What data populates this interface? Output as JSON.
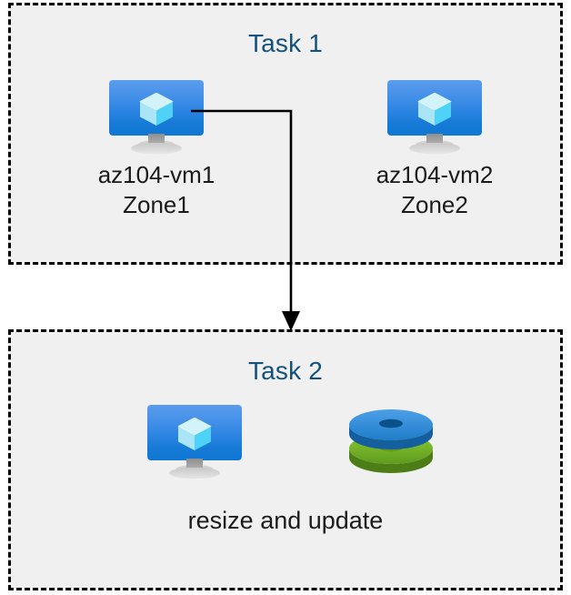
{
  "diagram": {
    "background_color": "#ffffff",
    "box_fill_color": "#f0f0f0",
    "box_border_color": "#000000",
    "title_color": "#14517d",
    "label_color": "#1b1b1b",
    "connector_color": "#000000"
  },
  "task1": {
    "title": "Task 1",
    "nodes": [
      {
        "icon": "virtual-machine-icon",
        "name": "az104-vm1",
        "zone": "Zone1"
      },
      {
        "icon": "virtual-machine-icon",
        "name": "az104-vm2",
        "zone": "Zone2"
      }
    ]
  },
  "task2": {
    "title": "Task 2",
    "icons": [
      {
        "icon": "virtual-machine-icon"
      },
      {
        "icon": "disks-icon"
      }
    ],
    "caption": "resize and update"
  },
  "connector": {
    "from": "az104-vm1",
    "to": "Task 2",
    "arrowhead": "filled-triangle-down"
  },
  "icon_colors": {
    "monitor_screen_top": "#5b9ced",
    "monitor_screen_bottom": "#0f78d4",
    "monitor_stand": "#c4c4c4",
    "cube_top": "#cdf2fb",
    "cube_left": "#a7e6f7",
    "cube_right": "#4fd2f7",
    "disk_top_blue": "#2f8ddb",
    "disk_top_blue_dark": "#0b5ea8",
    "disk_bottom_green": "#7ab929",
    "disk_bottom_green_dark": "#5c9320"
  }
}
